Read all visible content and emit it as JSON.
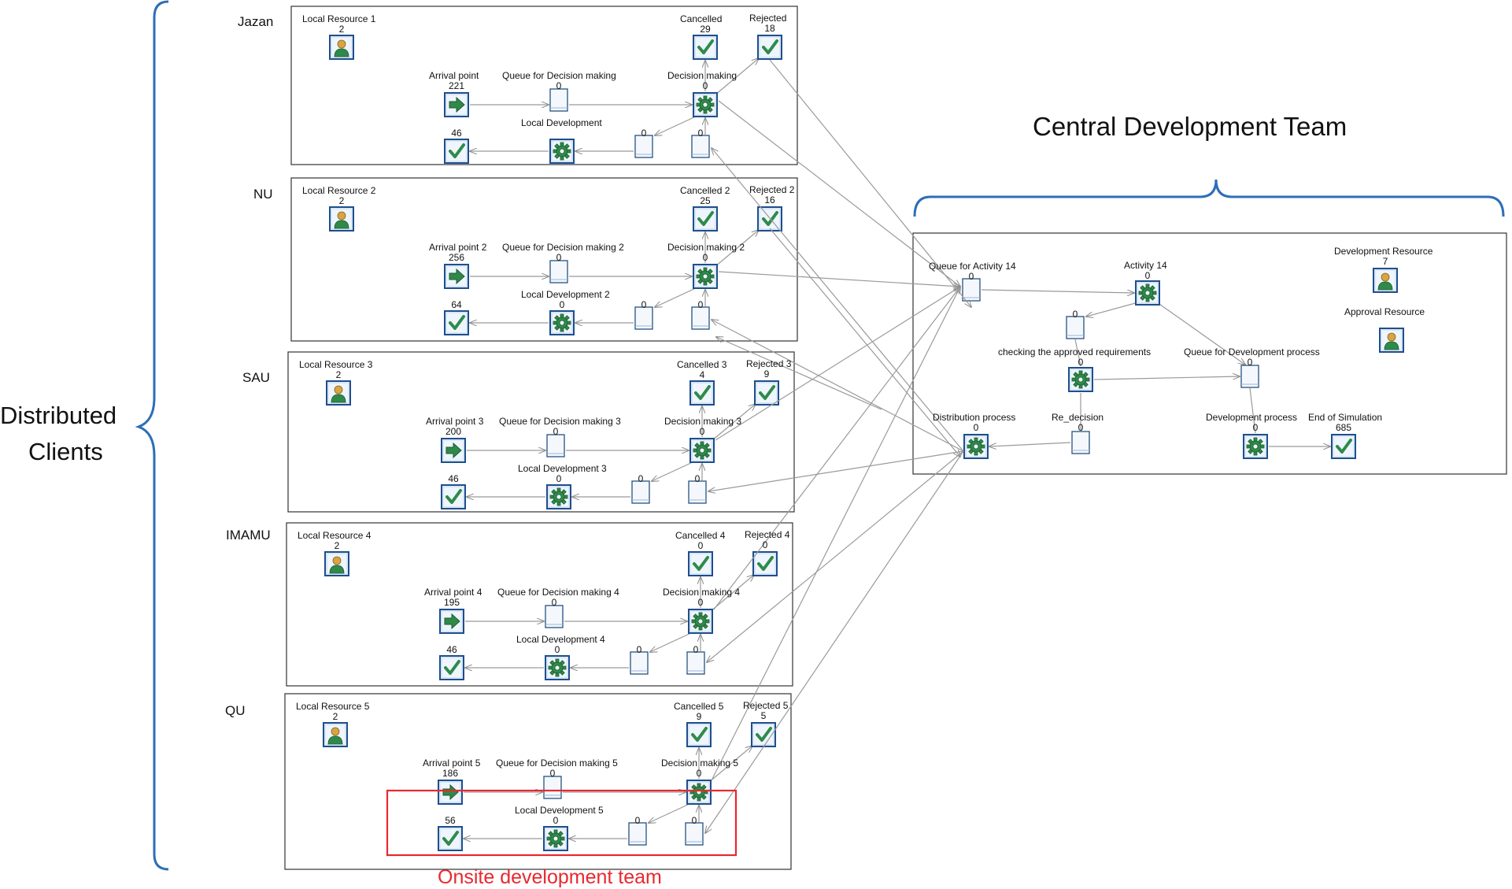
{
  "left_title": [
    "Distributed",
    "Clients"
  ],
  "central_title": "Central Development Team",
  "onsite_caption": "Onsite development team",
  "colors": {
    "brace": "#2c6fb7",
    "highlight": "#e8282f",
    "icon_green": "#2f8a4a",
    "icon_border": "#1f4e8c"
  },
  "clients": [
    {
      "name": "Jazan",
      "resource": "Local Resource 1",
      "resource_val": "2",
      "arrival": "Arrival point",
      "arrival_val": "221",
      "queue": "Queue for Decision making",
      "queue_val": "0",
      "decision": "Decision making",
      "decision_val": "0",
      "cancelled": "Cancelled",
      "cancelled_val": "29",
      "rejected": "Rejected",
      "rejected_val": "18",
      "localdev": "Local Development",
      "localdev_val": "",
      "q2_val": "0",
      "q3_val": "0",
      "done_val": "46"
    },
    {
      "name": "NU",
      "resource": "Local Resource 2",
      "resource_val": "2",
      "arrival": "Arrival point 2",
      "arrival_val": "256",
      "queue": "Queue for Decision making 2",
      "queue_val": "0",
      "decision": "Decision making 2",
      "decision_val": "0",
      "cancelled": "Cancelled 2",
      "cancelled_val": "25",
      "rejected": "Rejected 2",
      "rejected_val": "16",
      "localdev": "Local Development 2",
      "localdev_val": "0",
      "q2_val": "0",
      "q3_val": "0",
      "done_val": "64"
    },
    {
      "name": "SAU",
      "resource": "Local Resource 3",
      "resource_val": "2",
      "arrival": "Arrival point 3",
      "arrival_val": "200",
      "queue": "Queue for Decision making 3",
      "queue_val": "0",
      "decision": "Decision making 3",
      "decision_val": "0",
      "cancelled": "Cancelled 3",
      "cancelled_val": "4",
      "rejected": "Rejected 3",
      "rejected_val": "9",
      "localdev": "Local Development 3",
      "localdev_val": "0",
      "q2_val": "0",
      "q3_val": "0",
      "done_val": "46"
    },
    {
      "name": "IMAMU",
      "resource": "Local Resource 4",
      "resource_val": "2",
      "arrival": "Arrival point 4",
      "arrival_val": "195",
      "queue": "Queue for Decision making 4",
      "queue_val": "0",
      "decision": "Decision making 4",
      "decision_val": "0",
      "cancelled": "Cancelled 4",
      "cancelled_val": "0",
      "rejected": "Rejected 4",
      "rejected_val": "0",
      "localdev": "Local Development 4",
      "localdev_val": "0",
      "q2_val": "0",
      "q3_val": "0",
      "done_val": "46"
    },
    {
      "name": "QU",
      "resource": "Local Resource 5",
      "resource_val": "2",
      "arrival": "Arrival point 5",
      "arrival_val": "186",
      "queue": "Queue for Decision making 5",
      "queue_val": "0",
      "decision": "Decision making 5",
      "decision_val": "0",
      "cancelled": "Cancelled 5",
      "cancelled_val": "9",
      "rejected": "Rejected 5",
      "rejected_val": "5",
      "localdev": "Local Development 5",
      "localdev_val": "0",
      "q2_val": "0",
      "q3_val": "0",
      "done_val": "56"
    }
  ],
  "central": {
    "queue14": "Queue for Activity 14",
    "queue14_val": "0",
    "activity14": "Activity 14",
    "activity14_val": "0",
    "dev_resource": "Development Resource",
    "dev_resource_val": "7",
    "approval_resource": "Approval Resource",
    "q_small_val": "0",
    "checking": "checking the approved requirements",
    "checking_val": "0",
    "queue_dev": "Queue for Development process",
    "queue_dev_val": "0",
    "distribution": "Distribution process",
    "distribution_val": "0",
    "redecision": "Re_decision",
    "redecision_val": "0",
    "dev_process": "Development process",
    "dev_process_val": "0",
    "end_sim": "End of Simulation",
    "end_sim_val": "685"
  }
}
